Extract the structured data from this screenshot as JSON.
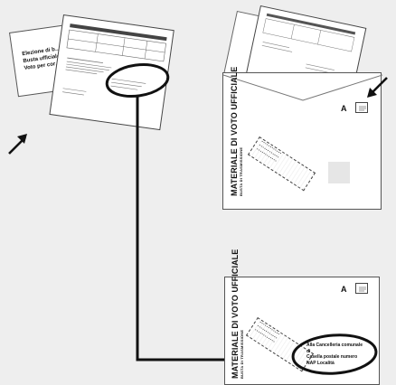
{
  "ballot_card": {
    "lines": [
      "Elezione di b…",
      "Busta ufficiale",
      "Voto per cor…"
    ]
  },
  "envelope": {
    "title": "MATERIALE DI VOTO UFFICIALE",
    "subtitle": "BUSTA DI TRASMISSIONE",
    "corner_letter": "A",
    "address_lines": [
      "Alla Cancelleria comunale",
      "di",
      "Casella postale numero",
      "NAP Località"
    ]
  },
  "colors": {
    "line": "#111111",
    "background": "#eeeeee",
    "paper": "#ffffff"
  },
  "icons": {
    "arrow_up_right": "arrow-up-right-icon",
    "arrow_down_left": "arrow-down-left-icon"
  }
}
